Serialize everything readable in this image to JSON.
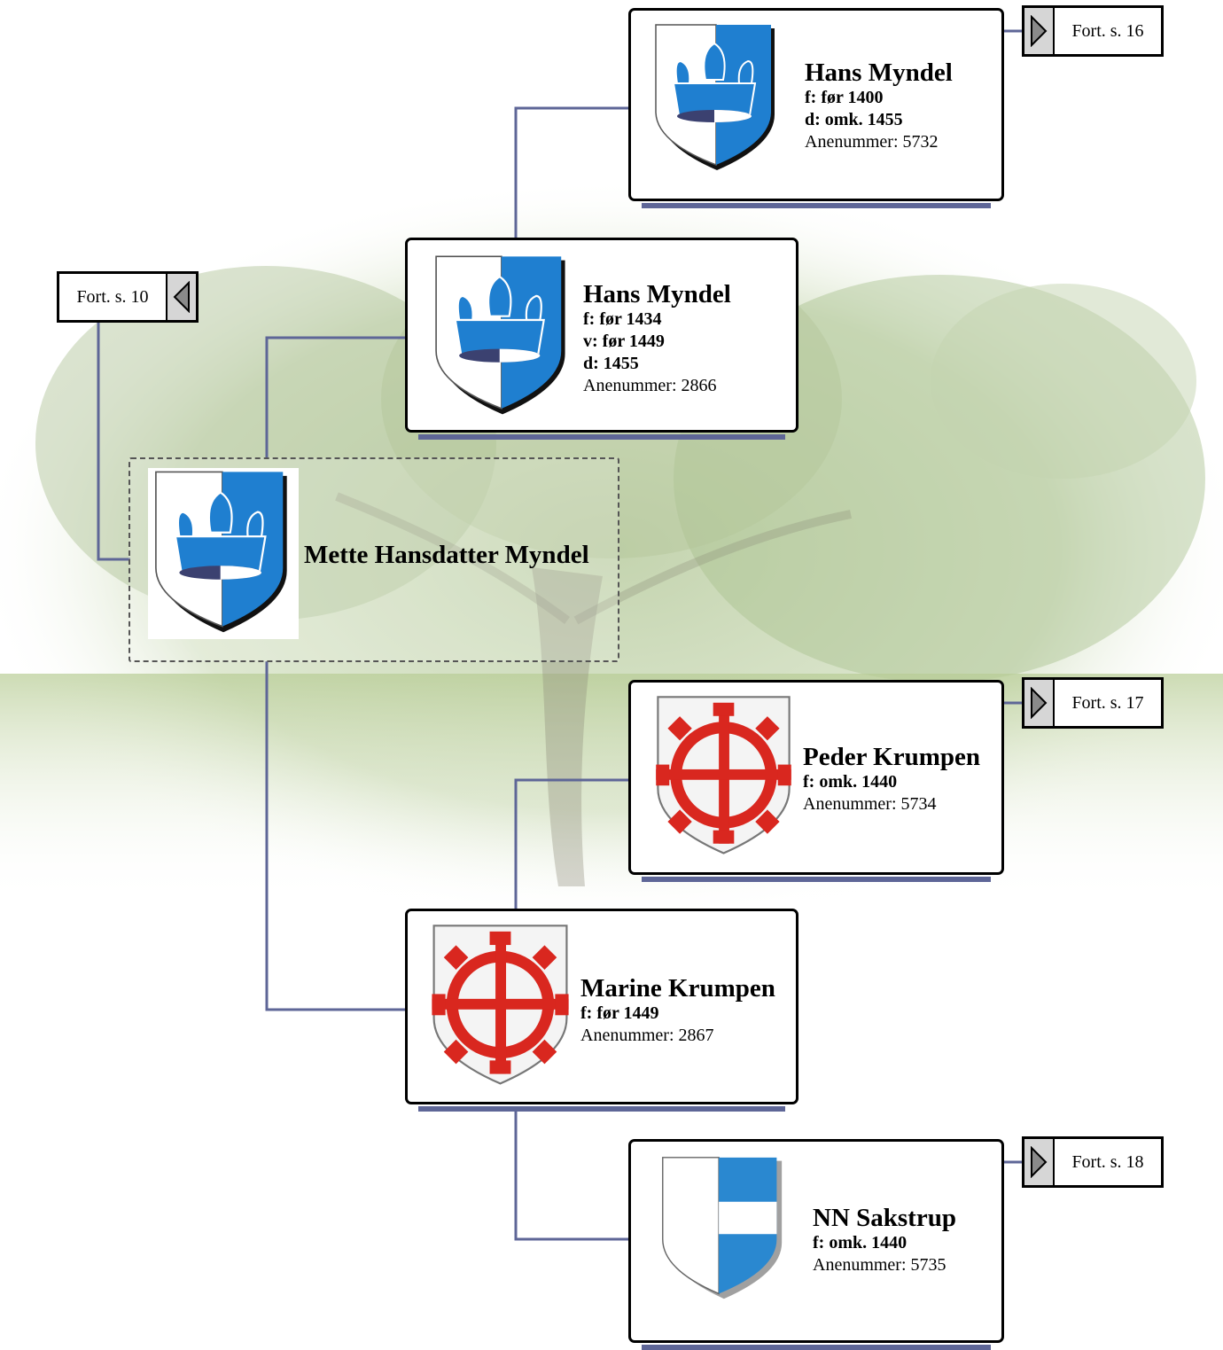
{
  "colors": {
    "line": "#5e6697",
    "myndel_blue": "#1f7fd0",
    "krumpen_red": "#d9271f",
    "sakstrup_blue": "#2a88d0"
  },
  "focus": {
    "name": "Mette Hansdatter Myndel",
    "arms": "myndel"
  },
  "father": {
    "name": "Hans Myndel",
    "facts": [
      "f: før 1434",
      "v: før 1449",
      "d: 1455"
    ],
    "anenummer": "Anenummer: 2866",
    "arms": "myndel"
  },
  "paternal_grandfather": {
    "name": "Hans Myndel",
    "facts": [
      "f: før 1400",
      "d: omk. 1455"
    ],
    "anenummer": "Anenummer: 5732",
    "arms": "myndel"
  },
  "mother": {
    "name": "Marine Krumpen",
    "facts": [
      "f: før 1449"
    ],
    "anenummer": "Anenummer: 2867",
    "arms": "krumpen"
  },
  "maternal_grandfather": {
    "name": "Peder Krumpen",
    "facts": [
      "f: omk. 1440"
    ],
    "anenummer": "Anenummer: 5734",
    "arms": "krumpen"
  },
  "maternal_grandmother": {
    "name": "NN Sakstrup",
    "facts": [
      "f: omk. 1440"
    ],
    "anenummer": "Anenummer: 5735",
    "arms": "sakstrup"
  },
  "continuations": {
    "back": "Fort. s. 10",
    "paternal_grandfather": "Fort. s. 16",
    "maternal_grandfather": "Fort. s. 17",
    "maternal_grandmother": "Fort. s. 18"
  }
}
